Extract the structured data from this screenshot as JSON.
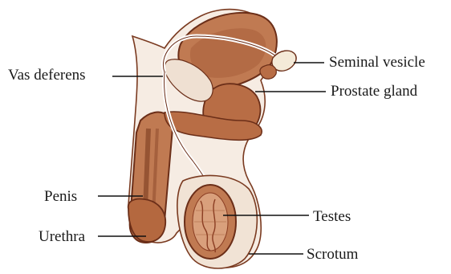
{
  "labels": {
    "vas_deferens": "Vas deferens",
    "seminal_vesicle": "Seminal vesicle",
    "prostate_gland": "Prostate gland",
    "penis": "Penis",
    "urethra": "Urethra",
    "testes": "Testes",
    "scrotum": "Scrotum"
  },
  "colors": {
    "tissue": "#c9875e",
    "tissue_dark": "#8a3d22",
    "outline": "#6b2e18",
    "skin": "#f3e7dc",
    "leader": "#111111"
  }
}
